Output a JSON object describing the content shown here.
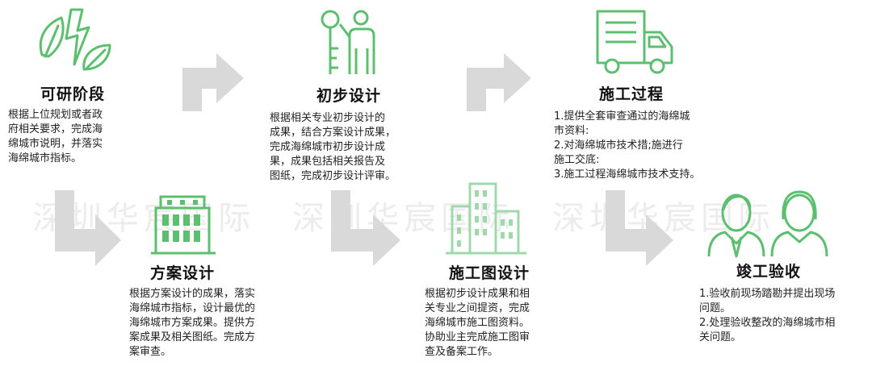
{
  "watermark": [
    "深圳华宸国际",
    "深圳华宸国际",
    "深圳华宸国际"
  ],
  "colors": {
    "accent": "#5cbf6f",
    "arrow": "#d9d9d9"
  },
  "steps": [
    {
      "id": "feasibility",
      "title": "可研阶段",
      "icon": "leaf-lightning-icon",
      "lines": [
        "根据上位规划或者政",
        "府相关要求，完成海",
        "绵城市说明，并落实",
        "海绵城市指标。"
      ]
    },
    {
      "id": "scheme-design",
      "title": "方案设计",
      "icon": "building-icon",
      "lines": [
        "根据方案设计的成果，落实",
        "海绵城市指标，设计最优的",
        "海绵城市方案成果。提供方",
        "案成果及相关图纸。完成方",
        "案审查。"
      ]
    },
    {
      "id": "preliminary-design",
      "title": "初步设计",
      "icon": "key-person-icon",
      "lines": [
        "根据相关专业初步设计的",
        "成果，结合方案设计成果，",
        "完成海绵城市初步设计成",
        "果，成果包括相关报告及",
        "图纸，完成初步设计评审。"
      ]
    },
    {
      "id": "construction-drawing",
      "title": "施工图设计",
      "icon": "skyscraper-icon",
      "lines": [
        "根据初步设计成果和相",
        "关专业之间提资，完成",
        "海绵城市施工图资料。",
        "协助业主完成施工图审",
        "查及备案工作。"
      ]
    },
    {
      "id": "construction-process",
      "title": "施工过程",
      "icon": "truck-icon",
      "lines": [
        "1.提供全套审查通过的海绵城",
        "市资料:",
        "2.对海绵城市技术措;施进行",
        "施工交底:",
        "3.施工过程海绵城市技术支持。"
      ]
    },
    {
      "id": "acceptance",
      "title": "竣工验收",
      "icon": "people-icon",
      "lines": [
        "1.验收前现场踏勘并提出现场",
        "问题。",
        "2.处理验收整改的海绵城市相",
        "关问题。"
      ]
    }
  ]
}
